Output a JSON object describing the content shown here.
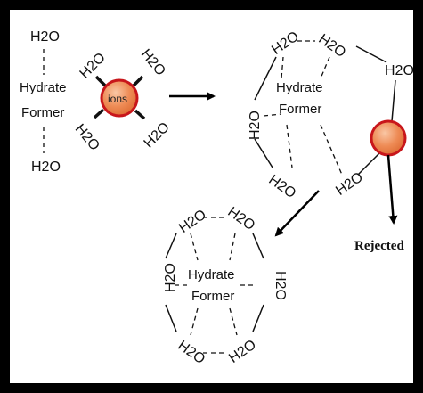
{
  "labels": {
    "water": "H2O",
    "hydrate": "Hydrate",
    "former": "Former",
    "ions": "ions",
    "rejected": "Rejected"
  },
  "colors": {
    "ion_fill": "#e8804a",
    "ion_stroke": "#c8161b",
    "background": "#ffffff",
    "frame": "#000000"
  }
}
